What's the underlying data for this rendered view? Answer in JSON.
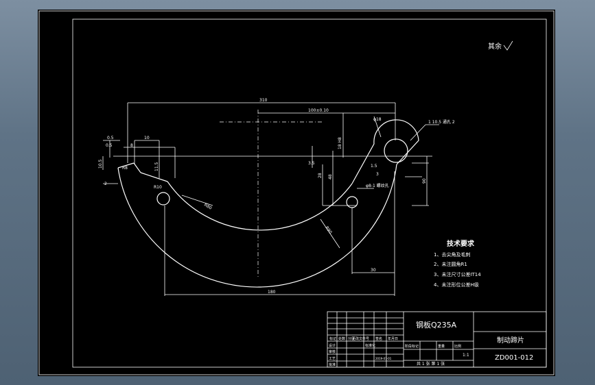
{
  "drawing": {
    "surface_roughness_note": "其余",
    "material": "钢板Q235A",
    "part_name": "制动蹄片",
    "drawing_number": "ZD001-012",
    "sheet_info": "共 1 张 第 1 张",
    "scale": "1:1",
    "tech_requirements": {
      "title": "技术要求",
      "items": [
        "1、去尖角及毛刺",
        "2、未注圆角R1",
        "3、未注尺寸公差IT14",
        "4、未注形位公差H级"
      ]
    },
    "dimensions": {
      "overall_width": "310",
      "offset": "100±0.10",
      "bottom_width": "180",
      "bore": "φ18",
      "bore_tol": "18 H8",
      "hole_note": "1 10.5 通孔 2",
      "hole_small": "φ8-1 螺纹孔",
      "r_inner": "R80",
      "r_outer": "R90",
      "d_a": "0.5",
      "d_b": "10.5",
      "d_c": "11.5",
      "d_d": "10",
      "d_e": "0.5",
      "d_f": "8",
      "d_g": "48",
      "d_h": "28",
      "d_i": "3.5",
      "d_j": "30",
      "d_k": "3",
      "d_l": "90",
      "d_m": "2",
      "d_n": "1.5",
      "d_o": "R8",
      "d_p": "R10"
    },
    "title_block": {
      "row_labels": [
        "标记",
        "处数",
        "分区",
        "更改文件号",
        "签名",
        "年月日"
      ],
      "designer": "设计",
      "checker": "审核",
      "process": "工艺",
      "approve": "批准",
      "standard": "标准化",
      "date": "2019-07-01",
      "stage": "阶段标记",
      "weight": "重量",
      "scale_label": "比例"
    }
  }
}
